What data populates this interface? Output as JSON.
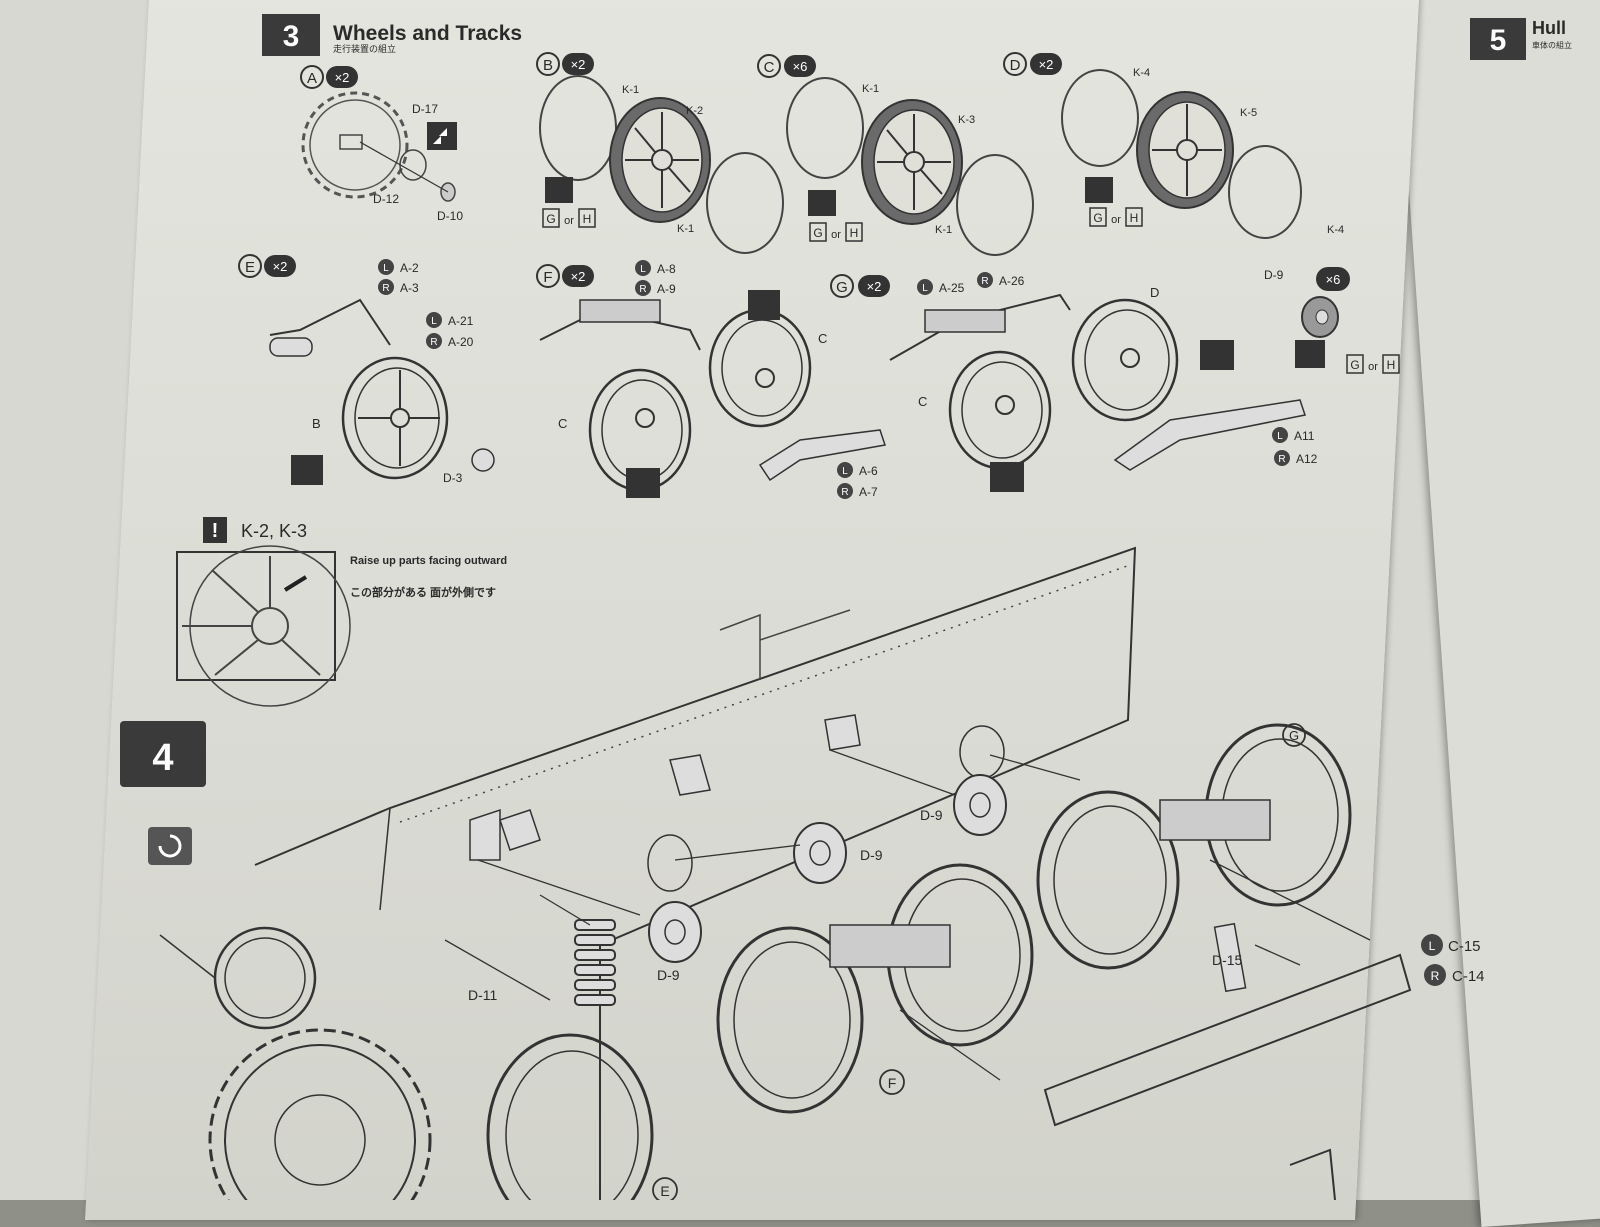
{
  "step3": {
    "number": "3",
    "title": "Wheels and Tracks",
    "subtitle_jp": "走行装置の組立",
    "sub_a": {
      "letter": "A",
      "qty": "×2",
      "parts": [
        "D-17",
        "D-12",
        "D-10"
      ]
    },
    "sub_b": {
      "letter": "B",
      "qty": "×2",
      "parts": [
        "K-1",
        "K-2",
        "K-1"
      ],
      "color": "G or H"
    },
    "sub_c": {
      "letter": "C",
      "qty": "×6",
      "parts": [
        "K-1",
        "K-3",
        "K-1"
      ],
      "color": "G or H"
    },
    "sub_d": {
      "letter": "D",
      "qty": "×2",
      "parts": [
        "K-4",
        "K-5",
        "K-4"
      ],
      "color": "G or H"
    },
    "sub_e": {
      "letter": "E",
      "qty": "×2",
      "l1": "A-2",
      "r1": "A-3",
      "l2": "A-21",
      "r2": "A-20",
      "wheel": "B",
      "cap": "D-3"
    },
    "sub_f": {
      "letter": "F",
      "qty": "×2",
      "l1": "A-8",
      "r1": "A-9",
      "wheel1": "C",
      "wheel2": "C",
      "l2": "A-6",
      "r2": "A-7"
    },
    "sub_g": {
      "letter": "G",
      "qty": "×2",
      "l1": "A-25",
      "r1": "A-26",
      "wheel1": "C",
      "wheel2": "D",
      "l2": "A11",
      "r2": "A12"
    },
    "sub_d9": {
      "part": "D-9",
      "qty": "×6",
      "color": "G or H"
    },
    "note": {
      "parts": "K-2, K-3",
      "text_en": "Raise up parts facing outward",
      "text_jp": "この部分がある 面が外側です"
    },
    "colors": {
      "g": "G",
      "or": "or",
      "h": "H"
    },
    "side": {
      "left": "L",
      "right": "R"
    }
  },
  "step4": {
    "number": "4",
    "labels": {
      "d9_a": "D-9",
      "d9_b": "D-9",
      "d9_c": "D-9",
      "d11": "D-11",
      "d15": "D-15",
      "g": "G",
      "f": "F",
      "e": "E",
      "l_c15": "C-15",
      "r_c14": "C-14"
    }
  },
  "step5": {
    "number": "5",
    "title": "Hull",
    "subtitle_jp": "車体の組立"
  }
}
